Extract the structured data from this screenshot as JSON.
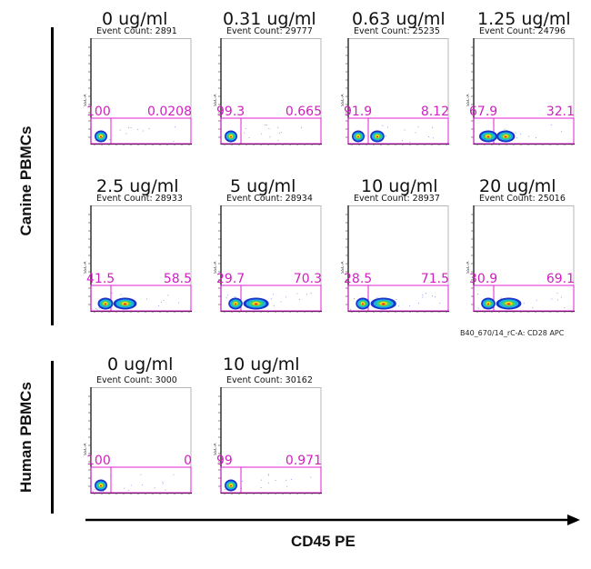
{
  "groups": [
    {
      "label": "Canine PBMCs"
    },
    {
      "label": "Human PBMCs"
    }
  ],
  "x_axis_label": "CD45 PE",
  "y_tick_label": "SSC-A",
  "extra_axis_label": "B40_670/14_rC-A: CD28 APC",
  "colors": {
    "gate": "#e020d0",
    "gate_text": "#d020c0",
    "axis": "#000000"
  },
  "panels": [
    {
      "group": 0,
      "concentration": "0 ug/ml",
      "event_count": "Event Count: 2891",
      "left_pct": "100",
      "right_pct": "0.0208",
      "neg_fraction": 1.0
    },
    {
      "group": 0,
      "concentration": "0.31 ug/ml",
      "event_count": "Event Count: 29777",
      "left_pct": "99.3",
      "right_pct": "0.665",
      "neg_fraction": 0.993
    },
    {
      "group": 0,
      "concentration": "0.63 ug/ml",
      "event_count": "Event Count: 25235",
      "left_pct": "91.9",
      "right_pct": "8.12",
      "neg_fraction": 0.919
    },
    {
      "group": 0,
      "concentration": "1.25 ug/ml",
      "event_count": "Event Count: 24796",
      "left_pct": "67.9",
      "right_pct": "32.1",
      "neg_fraction": 0.679
    },
    {
      "group": 0,
      "concentration": "2.5 ug/ml",
      "event_count": "Event Count: 28933",
      "left_pct": "41.5",
      "right_pct": "58.5",
      "neg_fraction": 0.415
    },
    {
      "group": 0,
      "concentration": "5 ug/ml",
      "event_count": "Event Count: 28934",
      "left_pct": "29.7",
      "right_pct": "70.3",
      "neg_fraction": 0.297
    },
    {
      "group": 0,
      "concentration": "10 ug/ml",
      "event_count": "Event Count: 28937",
      "left_pct": "28.5",
      "right_pct": "71.5",
      "neg_fraction": 0.285
    },
    {
      "group": 0,
      "concentration": "20 ug/ml",
      "event_count": "Event Count: 25016",
      "left_pct": "30.9",
      "right_pct": "69.1",
      "neg_fraction": 0.309
    },
    {
      "group": 1,
      "concentration": "0 ug/ml",
      "event_count": "Event Count: 3000",
      "left_pct": "100",
      "right_pct": "0",
      "neg_fraction": 1.0
    },
    {
      "group": 1,
      "concentration": "10 ug/ml",
      "event_count": "Event Count: 30162",
      "left_pct": "99",
      "right_pct": "0.971",
      "neg_fraction": 0.99
    }
  ]
}
